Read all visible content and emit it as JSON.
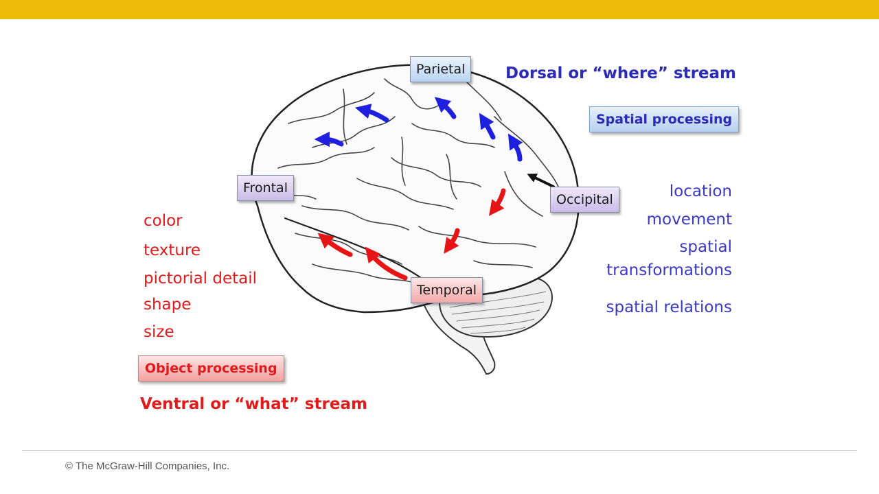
{
  "lobes": {
    "parietal": "Parietal",
    "frontal": "Frontal",
    "occipital": "Occipital",
    "temporal": "Temporal"
  },
  "dorsal": {
    "title": "Dorsal or “where” stream",
    "processing": "Spatial processing",
    "features": [
      "location",
      "movement",
      "spatial",
      "transformations",
      "spatial relations"
    ],
    "color": "#2b2bb8"
  },
  "ventral": {
    "title": "Ventral or “what” stream",
    "processing": "Object processing",
    "features": [
      "color",
      "texture",
      "pictorial detail",
      "shape",
      "size"
    ],
    "color": "#e11b1b"
  },
  "footer": {
    "copyright": "© The McGraw-Hill Companies, Inc."
  },
  "colors": {
    "top_bar": "#efbb0a",
    "dorsal_arrow": "#1f1fe0",
    "ventral_arrow": "#e61414"
  }
}
